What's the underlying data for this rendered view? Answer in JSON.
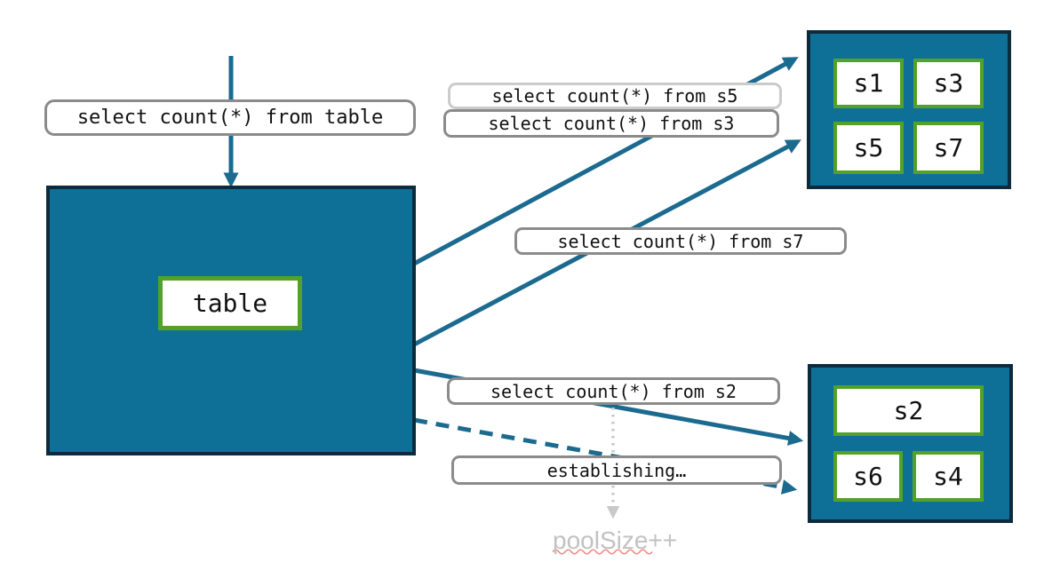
{
  "labels": {
    "query_table": "select count(*) from table",
    "query_s5": "select count(*) from s5",
    "query_s3": "select count(*) from s3",
    "query_s7": "select count(*) from s7",
    "query_s2": "select count(*) from s2",
    "establishing": "establishing…",
    "pool_size": "poolSize++"
  },
  "nodes": {
    "table": "table",
    "top_group": [
      "s1",
      "s3",
      "s5",
      "s7"
    ],
    "bottom_group": [
      "s2",
      "s6",
      "s4"
    ]
  },
  "colors": {
    "c-teal": "#0f7097",
    "c-dark": "#0d2b3c",
    "c-green": "#52a228",
    "c-arrow": "#1b6a8f",
    "c-label-border": "#8b8b8b",
    "c-label-border-light": "#cbcbcb",
    "c-gray-arrow": "#c9c9c9",
    "c-muted-text": "#c2c2c2",
    "c-squiggle": "#f28b82",
    "c-text": "#111111"
  }
}
